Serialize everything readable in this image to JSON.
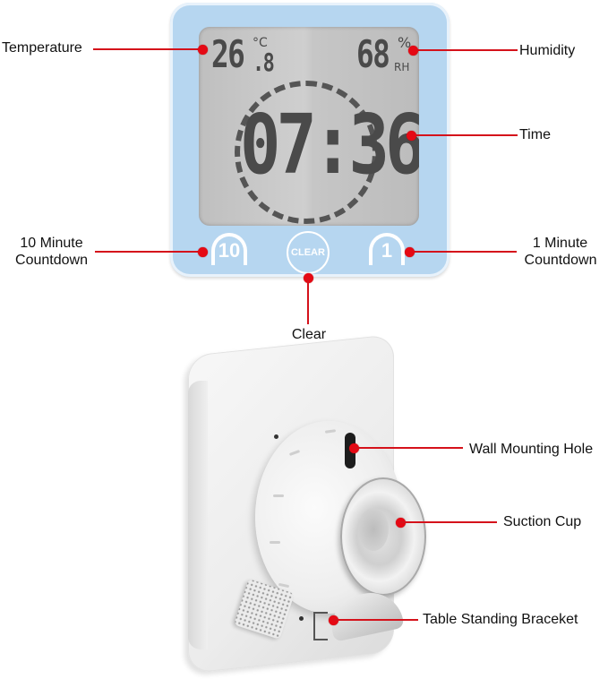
{
  "front_view": {
    "display": {
      "temperature": {
        "value_main": "26",
        "value_decimal": ".8",
        "unit": "°C"
      },
      "humidity": {
        "value": "68",
        "unit": "%",
        "unit_sub": "RH"
      },
      "time": "07:36"
    },
    "buttons": {
      "ten_minute": "10",
      "clear": "CLEAR",
      "one_minute": "1"
    }
  },
  "callouts": {
    "temperature": "Temperature",
    "humidity": "Humidity",
    "time": "Time",
    "ten_minute_line1": "10 Minute",
    "ten_minute_line2": "Countdown",
    "one_minute_line1": "1 Minute",
    "one_minute_line2": "Countdown",
    "clear": "Clear",
    "wall_mounting_hole": "Wall Mounting Hole",
    "suction_cup": "Suction Cup",
    "table_standing_bracket": "Table Standing Braceket"
  },
  "colors": {
    "callout_red": "#d5121b",
    "frame_blue": "#b6d6f0",
    "lcd_gray": "#c8c8c8",
    "segment_dark": "#4a4a4a"
  }
}
